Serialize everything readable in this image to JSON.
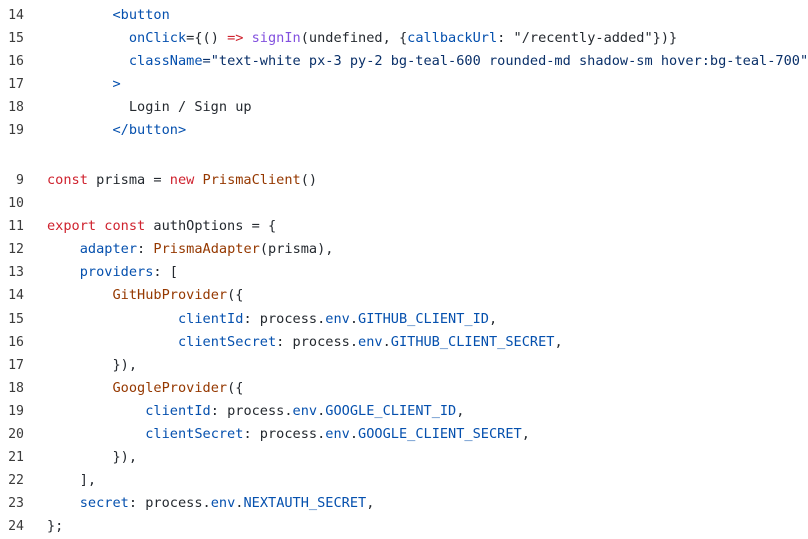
{
  "blocks": [
    {
      "lines": [
        {
          "n": "14",
          "tokens": [
            [
              "t-def",
              "        "
            ],
            [
              "t-attr",
              "<button"
            ]
          ]
        },
        {
          "n": "15",
          "tokens": [
            [
              "t-def",
              "          "
            ],
            [
              "t-attr",
              "onClick"
            ],
            [
              "t-def",
              "={() "
            ],
            [
              "t-kw",
              "=>"
            ],
            [
              "t-def",
              " "
            ],
            [
              "t-fn",
              "signIn"
            ],
            [
              "t-def",
              "(undefined, {"
            ],
            [
              "t-attr",
              "callbackUrl"
            ],
            [
              "t-def",
              ": \"/recently-added\"})}"
            ]
          ]
        },
        {
          "n": "16",
          "tokens": [
            [
              "t-def",
              "          "
            ],
            [
              "t-attr",
              "className"
            ],
            [
              "t-str",
              "=\"text-white px-3 py-2 bg-teal-600 rounded-md shadow-sm hover:bg-teal-700\""
            ]
          ]
        },
        {
          "n": "17",
          "tokens": [
            [
              "t-def",
              "        "
            ],
            [
              "t-attr",
              ">"
            ]
          ]
        },
        {
          "n": "18",
          "tokens": [
            [
              "t-def",
              "          Login / Sign up"
            ]
          ]
        },
        {
          "n": "19",
          "tokens": [
            [
              "t-def",
              "        "
            ],
            [
              "t-attr",
              "</button>"
            ]
          ]
        }
      ]
    },
    {
      "lines": [
        {
          "n": "9",
          "tokens": [
            [
              "t-kw",
              "const"
            ],
            [
              "t-def",
              " prisma = "
            ],
            [
              "t-kw",
              "new"
            ],
            [
              "t-def",
              " "
            ],
            [
              "t-cls",
              "PrismaClient"
            ],
            [
              "t-def",
              "()"
            ]
          ]
        },
        {
          "n": "10",
          "tokens": [
            [
              "t-def",
              ""
            ]
          ]
        },
        {
          "n": "11",
          "tokens": [
            [
              "t-kw",
              "export"
            ],
            [
              "t-def",
              " "
            ],
            [
              "t-kw",
              "const"
            ],
            [
              "t-def",
              " authOptions = {"
            ]
          ]
        },
        {
          "n": "12",
          "tokens": [
            [
              "t-def",
              "    "
            ],
            [
              "t-prop",
              "adapter"
            ],
            [
              "t-def",
              ": "
            ],
            [
              "t-cls",
              "PrismaAdapter"
            ],
            [
              "t-def",
              "(prisma),"
            ]
          ]
        },
        {
          "n": "13",
          "tokens": [
            [
              "t-def",
              "    "
            ],
            [
              "t-prop",
              "providers"
            ],
            [
              "t-def",
              ": ["
            ]
          ]
        },
        {
          "n": "14",
          "tokens": [
            [
              "t-def",
              "        "
            ],
            [
              "t-cls",
              "GitHubProvider"
            ],
            [
              "t-def",
              "({"
            ]
          ]
        },
        {
          "n": "15",
          "tokens": [
            [
              "t-def",
              "                "
            ],
            [
              "t-prop",
              "clientId"
            ],
            [
              "t-def",
              ": process."
            ],
            [
              "t-prop",
              "env"
            ],
            [
              "t-def",
              "."
            ],
            [
              "t-prop",
              "GITHUB_CLIENT_ID"
            ],
            [
              "t-def",
              ","
            ]
          ]
        },
        {
          "n": "16",
          "tokens": [
            [
              "t-def",
              "                "
            ],
            [
              "t-prop",
              "clientSecret"
            ],
            [
              "t-def",
              ": process."
            ],
            [
              "t-prop",
              "env"
            ],
            [
              "t-def",
              "."
            ],
            [
              "t-prop",
              "GITHUB_CLIENT_SECRET"
            ],
            [
              "t-def",
              ","
            ]
          ]
        },
        {
          "n": "17",
          "tokens": [
            [
              "t-def",
              "        }),"
            ]
          ]
        },
        {
          "n": "18",
          "tokens": [
            [
              "t-def",
              "        "
            ],
            [
              "t-cls",
              "GoogleProvider"
            ],
            [
              "t-def",
              "({"
            ]
          ]
        },
        {
          "n": "19",
          "tokens": [
            [
              "t-def",
              "            "
            ],
            [
              "t-prop",
              "clientId"
            ],
            [
              "t-def",
              ": process."
            ],
            [
              "t-prop",
              "env"
            ],
            [
              "t-def",
              "."
            ],
            [
              "t-prop",
              "GOOGLE_CLIENT_ID"
            ],
            [
              "t-def",
              ","
            ]
          ]
        },
        {
          "n": "20",
          "tokens": [
            [
              "t-def",
              "            "
            ],
            [
              "t-prop",
              "clientSecret"
            ],
            [
              "t-def",
              ": process."
            ],
            [
              "t-prop",
              "env"
            ],
            [
              "t-def",
              "."
            ],
            [
              "t-prop",
              "GOOGLE_CLIENT_SECRET"
            ],
            [
              "t-def",
              ","
            ]
          ]
        },
        {
          "n": "21",
          "tokens": [
            [
              "t-def",
              "        }),"
            ]
          ]
        },
        {
          "n": "22",
          "tokens": [
            [
              "t-def",
              "    ],"
            ]
          ]
        },
        {
          "n": "23",
          "tokens": [
            [
              "t-def",
              "    "
            ],
            [
              "t-prop",
              "secret"
            ],
            [
              "t-def",
              ": process."
            ],
            [
              "t-prop",
              "env"
            ],
            [
              "t-def",
              "."
            ],
            [
              "t-prop",
              "NEXTAUTH_SECRET"
            ],
            [
              "t-def",
              ","
            ]
          ]
        },
        {
          "n": "24",
          "tokens": [
            [
              "t-def",
              "};"
            ]
          ]
        }
      ]
    }
  ]
}
